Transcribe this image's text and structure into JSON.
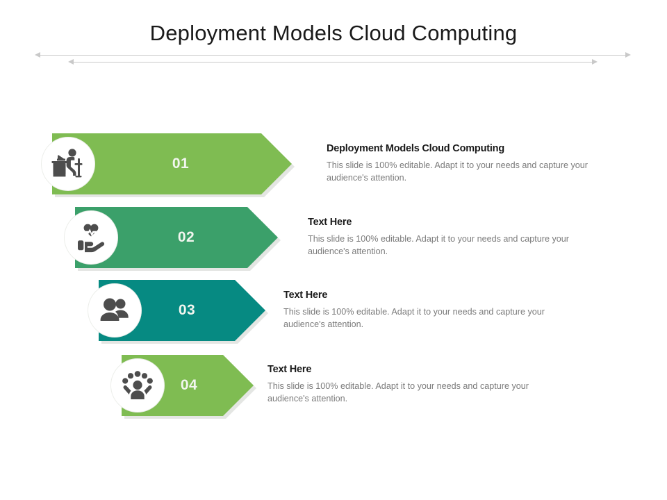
{
  "slide": {
    "title": "Deployment Models Cloud Computing"
  },
  "divider": {
    "top_arrow_name": "divider-arrow-top",
    "bottom_arrow_name": "divider-arrow-bottom",
    "color": "#c9c9c9"
  },
  "rows": [
    {
      "number": "01",
      "color": "#7fbc52",
      "icon": "person-at-desk-icon",
      "heading": "Deployment Models Cloud Computing",
      "body": "This slide is 100% editable. Adapt it to your needs and capture your audience's attention."
    },
    {
      "number": "02",
      "color": "#3ba06a",
      "icon": "hand-holding-heart-icon",
      "heading": "Text Here",
      "body": "This slide is 100% editable. Adapt it to your needs and capture your audience's attention."
    },
    {
      "number": "03",
      "color": "#068a82",
      "icon": "two-people-icon",
      "heading": "Text Here",
      "body": "This slide is 100% editable. Adapt it to your needs and capture your audience's attention."
    },
    {
      "number": "04",
      "color": "#7fbc52",
      "icon": "person-raised-hands-icon",
      "heading": "Text Here",
      "body": "This slide is 100% editable. Adapt it to your needs and capture your audience's attention."
    }
  ]
}
